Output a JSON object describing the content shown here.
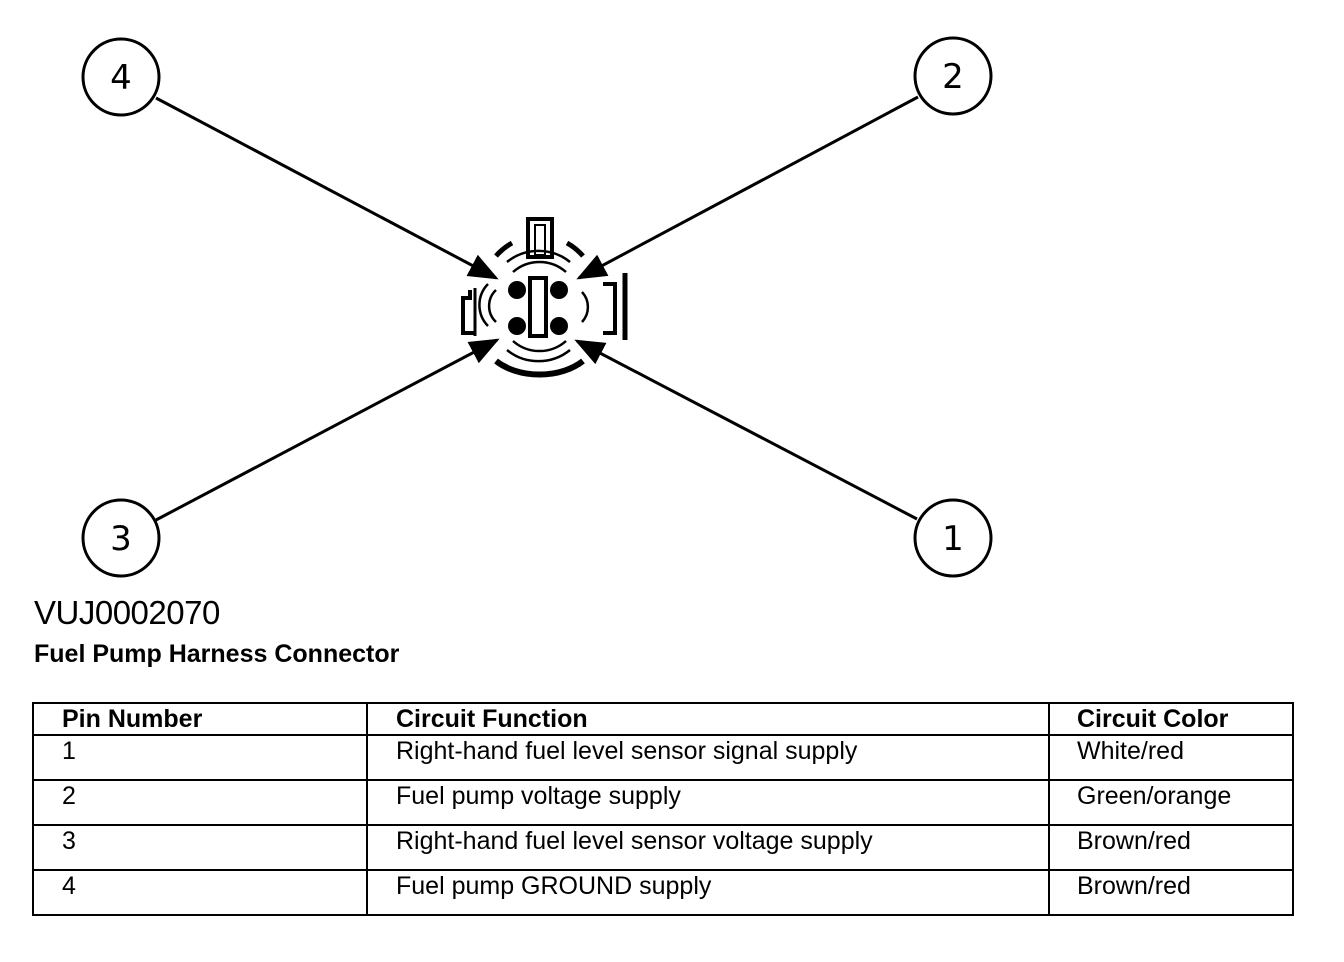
{
  "diagram": {
    "title": "VUJ0002070",
    "caption": "Fuel Pump Harness Connector",
    "callouts": [
      "4",
      "2",
      "3",
      "1"
    ]
  },
  "table": {
    "headers": [
      "Pin Number",
      "Circuit Function",
      "Circuit Color"
    ],
    "rows": [
      [
        "1",
        "Right-hand fuel level sensor signal supply",
        "White/red"
      ],
      [
        "2",
        "Fuel pump voltage supply",
        "Green/orange"
      ],
      [
        "3",
        "Right-hand fuel level sensor voltage supply",
        "Brown/red"
      ],
      [
        "4",
        "Fuel pump GROUND supply",
        "Brown/red"
      ]
    ]
  }
}
